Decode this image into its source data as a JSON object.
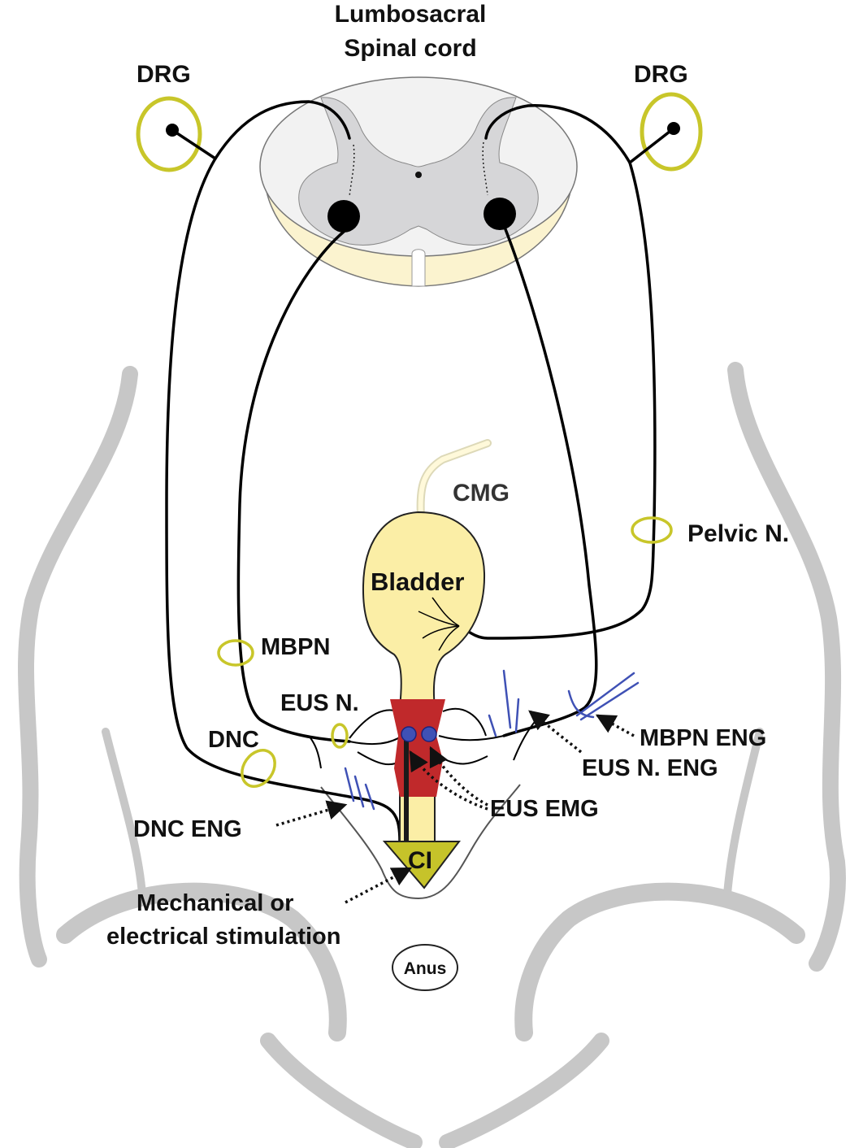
{
  "spinal_cord": {
    "title_line1": "Lumbosacral",
    "title_line2": "Spinal cord"
  },
  "labels": {
    "drg_left": "DRG",
    "drg_right": "DRG",
    "cmg": "CMG",
    "pelvic_n": "Pelvic N.",
    "bladder": "Bladder",
    "mbpn": "MBPN",
    "eus_n": "EUS N.",
    "dnc": "DNC",
    "mbpn_eng": "MBPN ENG",
    "eus_n_eng": "EUS N. ENG",
    "eus_emg": "EUS EMG",
    "dnc_eng": "DNC ENG",
    "ci": "CI",
    "stim_line1": "Mechanical or",
    "stim_line2": "electrical stimulation",
    "anus": "Anus"
  },
  "colors": {
    "ganglion_ring": "#c8c62a",
    "gray_matter": "#d6d6d8",
    "cord_rim": "#fbf3cf",
    "bladder": "#fbeea6",
    "sphincter": "#c0292b",
    "electrode": "#3f51b5",
    "ci": "#c6c32a",
    "body_outline": "#c7c7c7"
  }
}
